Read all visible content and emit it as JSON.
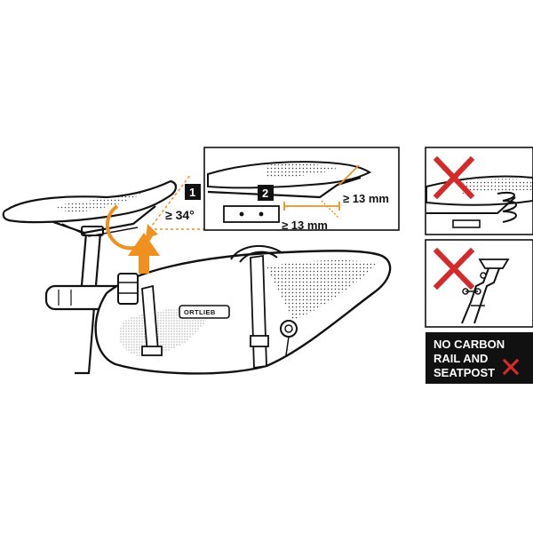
{
  "colors": {
    "accent_orange": "#F0901E",
    "cross_red": "#D42A2A",
    "ink": "#111111",
    "panel_black": "#111111"
  },
  "step1": {
    "number": "1",
    "angle_label": "≥ 34°"
  },
  "step2": {
    "number": "2",
    "clearance_vertical": "≥ 13 mm",
    "clearance_horizontal": "≥ 13 mm"
  },
  "bag": {
    "brand_label": "ORTLIEB"
  },
  "warning": {
    "lines": [
      "NO CARBON",
      "RAIL AND",
      "SEATPOST"
    ],
    "icon": "cross-icon"
  },
  "icons": {
    "arrow": "up-arrow-icon",
    "rotate": "rotate-arrow-icon",
    "cross": "cross-icon"
  }
}
